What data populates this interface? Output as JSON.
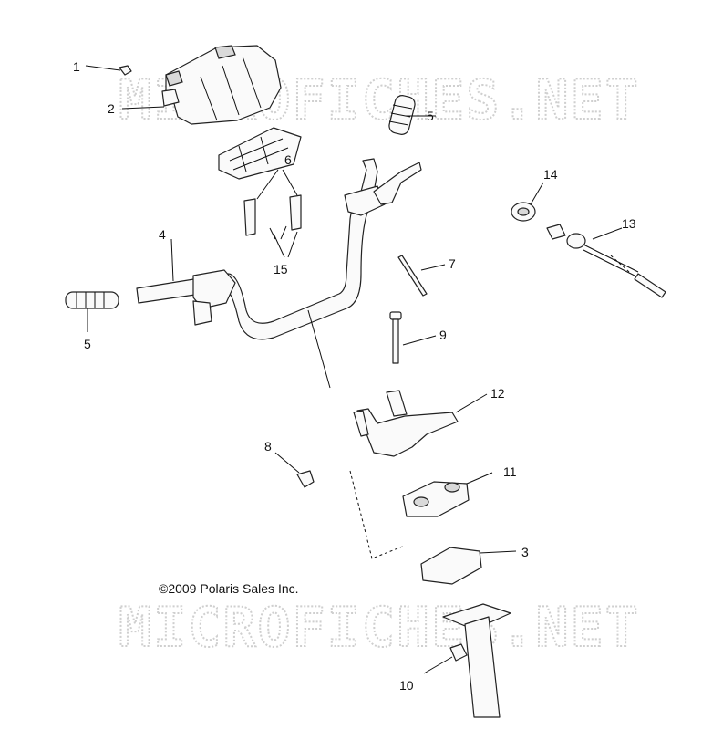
{
  "watermarks": [
    "MICROFICHES.NET",
    "MICROFICHES.NET"
  ],
  "copyright": "©2009  Polaris Sales Inc.",
  "callouts": {
    "c1": "1",
    "c2": "2",
    "c5a": "5",
    "c6": "6",
    "c15": "15",
    "c4": "4",
    "c5b": "5",
    "c7": "7",
    "c9": "9",
    "c14": "14",
    "c13": "13",
    "c12": "12",
    "c8": "8",
    "c11": "11",
    "c3": "3",
    "c10": "10"
  }
}
